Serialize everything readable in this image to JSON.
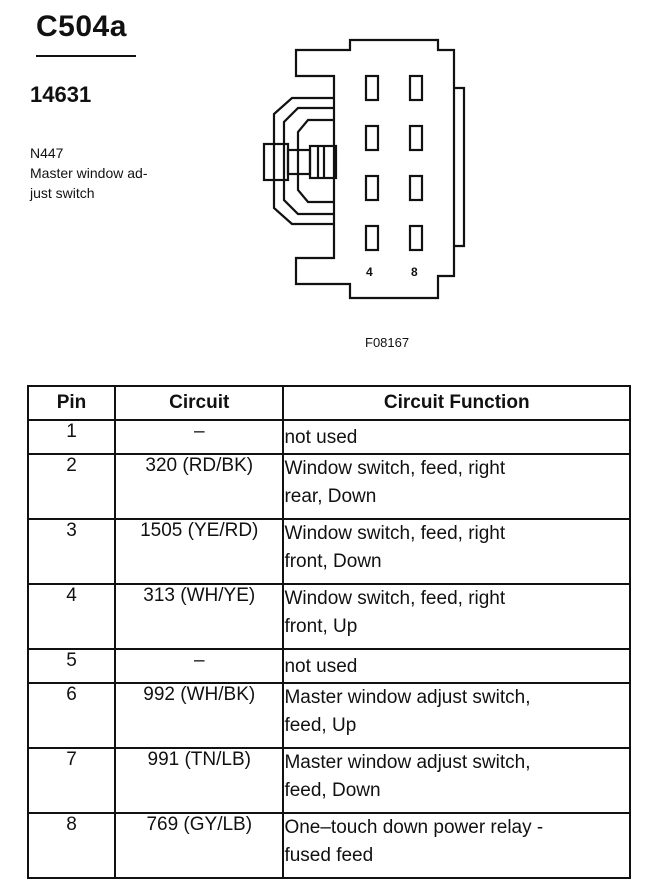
{
  "header": {
    "connector_id": "C504a",
    "part_number": "14631",
    "description_lines": [
      "N447",
      "Master window ad-",
      "just switch"
    ]
  },
  "diagram": {
    "pin_labels": [
      "4",
      "8"
    ],
    "figure_code": "F08167"
  },
  "table": {
    "headers": [
      "Pin",
      "Circuit",
      "Circuit Function"
    ],
    "rows": [
      {
        "pin": "1",
        "circuit": "–",
        "function": [
          "not used"
        ]
      },
      {
        "pin": "2",
        "circuit": "320 (RD/BK)",
        "function": [
          "Window switch, feed, right",
          "rear, Down"
        ]
      },
      {
        "pin": "3",
        "circuit": "1505 (YE/RD)",
        "function": [
          "Window switch, feed, right",
          "front, Down"
        ]
      },
      {
        "pin": "4",
        "circuit": "313 (WH/YE)",
        "function": [
          "Window switch, feed, right",
          "front, Up"
        ]
      },
      {
        "pin": "5",
        "circuit": "–",
        "function": [
          "not used"
        ]
      },
      {
        "pin": "6",
        "circuit": "992 (WH/BK)",
        "function": [
          "Master window adjust switch,",
          "feed, Up"
        ]
      },
      {
        "pin": "7",
        "circuit": "991 (TN/LB)",
        "function": [
          "Master window adjust switch,",
          "feed, Down"
        ]
      },
      {
        "pin": "8",
        "circuit": "769 (GY/LB)",
        "function": [
          "One–touch down power relay -",
          "fused feed"
        ]
      }
    ]
  }
}
